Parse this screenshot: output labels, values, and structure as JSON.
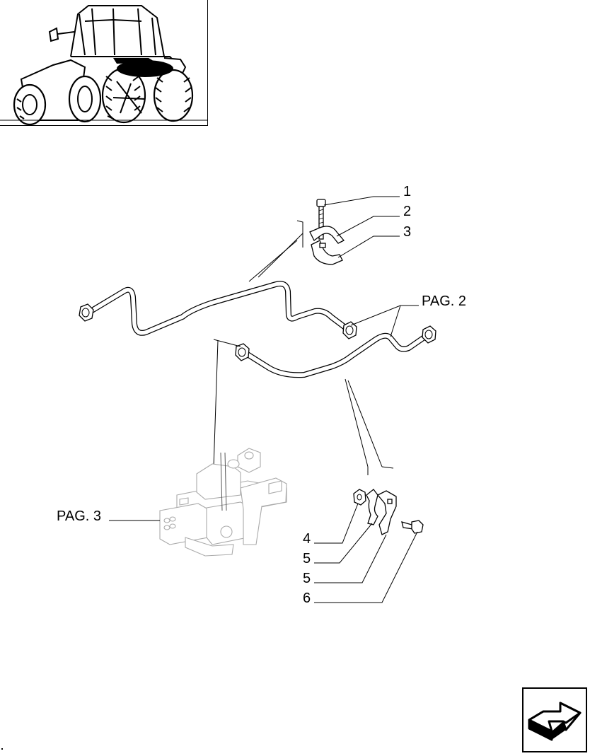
{
  "callouts": {
    "c1": "1",
    "c2": "2",
    "c3": "3",
    "c4": "4",
    "c5a": "5",
    "c5b": "5",
    "c6": "6",
    "pag2": "PAG. 2",
    "pag3": "PAG. 3"
  },
  "thumbnail": {
    "icon": "tractor-location-thumbnail"
  },
  "nav": {
    "icon": "next-page-arrow-icon"
  }
}
